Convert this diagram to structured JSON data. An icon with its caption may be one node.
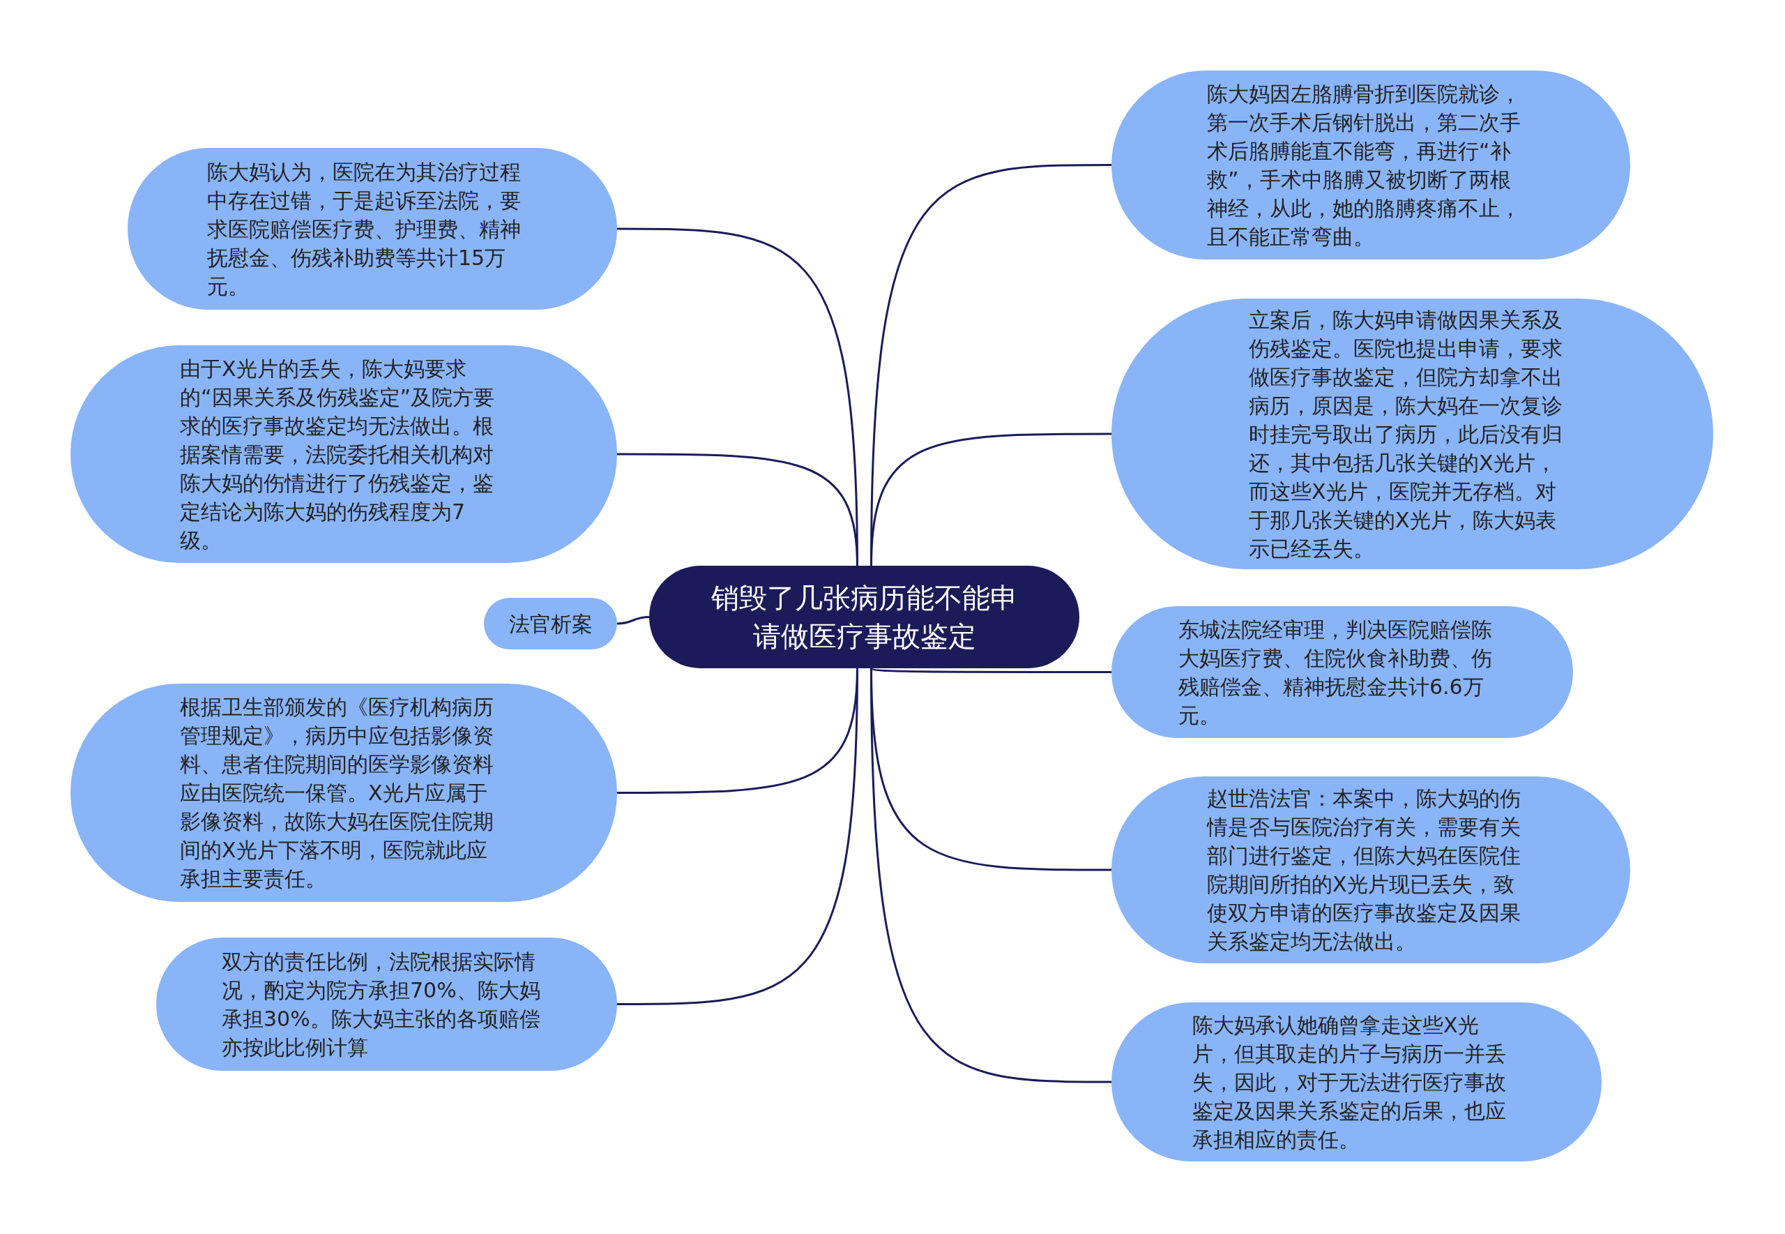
{
  "diagram": {
    "nodes": [
      {
        "text": [
          "销毁了几张病历能不能申请做医疗事故鉴定"
        ]
      },
      {
        "text": [
          "陈大妈因左胳膊骨折到医院就诊，第一次手术后钢针脱出，第二次手术后胳膊能直不能弯，再进行“补救”，手术中胳膊又被切断了两根神经，从此，她的胳膊疼痛不止，且不能正常弯曲。"
        ]
      },
      {
        "text": [
          "陈大妈认为，医院在为其治疗过程中存在过错，于是起诉至法院，要求医院赔偿医疗费、护理费、精神抚慰金、伤残补助费等共计15万元。"
        ]
      },
      {
        "text": [
          "立案后，陈大妈申请做因果关系及伤残鉴定。医院也提出申请，要求做医疗事故鉴定，但院方却拿不出病历，原因是，陈大妈在一次复诊时挂完号取出了病历，此后没有归还，其中包括几张关键的X光片，而这些X光片，医院并无存档。对于那几张关键的X光片，陈大妈表示已经丢失。"
        ]
      },
      {
        "text": [
          "由于X光片的丢失，陈大妈要求的“因果关系及伤残鉴定”及院方要求的医疗事故鉴定均无法做出。根据案情需要，法院委托相关机构对陈大妈的伤情进行了伤残鉴定，鉴定结论为陈大妈的伤残程度为7级。"
        ]
      },
      {
        "text": [
          "法官析案"
        ]
      },
      {
        "text": [
          "东城法院经审理，判决医院赔偿陈大妈医疗费、住院伙食补助费、伤残赔偿金、精神抚慰金共计6.6万元。"
        ]
      },
      {
        "text": [
          "根据卫生部颁发的《医疗机构病历管理规定》，病历中应包括影像资料、患者住院期间的医学影像资料应由医院统一保管。X光片应属于影像资料，故陈大妈在医院住院期间的X光片下落不明，医院就此应承担主要责任。"
        ]
      },
      {
        "text": [
          "赵世浩法官：本案中，陈大妈的伤情是否与医院治疗有关，需要有关部门进行鉴定，但陈大妈在医院住院期间所拍的X光片现已丢失，致使双方申请的医疗事故鉴定及因果关系鉴定均无法做出。"
        ]
      },
      {
        "text": [
          "双方的责任比例，法院根据实际情况，酌定为院方承担70%、陈大妈承担30%。陈大妈主张的各项赔偿亦按此比例计算"
        ]
      },
      {
        "text": [
          "陈大妈承认她确曾拿走这些X光片，但其取走的片子与病历一并丢失，因此，对于无法进行医疗事故鉴定及因果关系鉴定的后果，也应承担相应的责任。"
        ]
      }
    ],
    "edges": [
      {
        "from": 0,
        "to": 1,
        "arrow": "none"
      },
      {
        "from": 0,
        "to": 2,
        "arrow": "none"
      },
      {
        "from": 0,
        "to": 3,
        "arrow": "none"
      },
      {
        "from": 0,
        "to": 4,
        "arrow": "none"
      },
      {
        "from": 0,
        "to": 5,
        "arrow": "none"
      },
      {
        "from": 0,
        "to": 6,
        "arrow": "none"
      },
      {
        "from": 0,
        "to": 7,
        "arrow": "none"
      },
      {
        "from": 0,
        "to": 8,
        "arrow": "none"
      },
      {
        "from": 0,
        "to": 9,
        "arrow": "none"
      },
      {
        "from": 0,
        "to": 10,
        "arrow": "none"
      }
    ]
  }
}
